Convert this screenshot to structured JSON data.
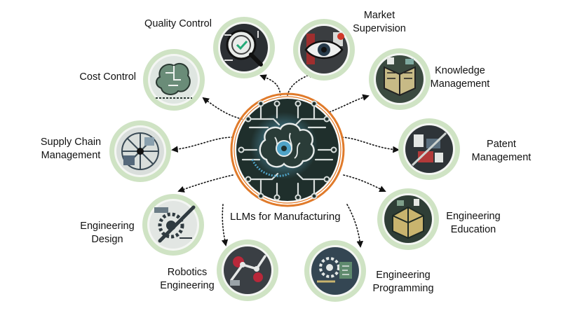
{
  "center": {
    "title": "LLMs for Manufacturing",
    "ring_color": "#e07a2a",
    "disc_color": "#1f2f2c"
  },
  "node_ring_color": "#cfe3c4",
  "nodes": [
    {
      "id": "quality-control",
      "label_lines": [
        "Quality Control"
      ],
      "icon": "quality-control-icon"
    },
    {
      "id": "market-supervision",
      "label_lines": [
        "Market",
        "Supervision"
      ],
      "icon": "market-supervision-icon"
    },
    {
      "id": "cost-control",
      "label_lines": [
        "Cost Control"
      ],
      "icon": "cost-control-icon"
    },
    {
      "id": "knowledge-management",
      "label_lines": [
        "Knowledge",
        "Management"
      ],
      "icon": "knowledge-management-icon"
    },
    {
      "id": "supply-chain-management",
      "label_lines": [
        "Supply Chain",
        "Management"
      ],
      "icon": "supply-chain-icon"
    },
    {
      "id": "patent-management",
      "label_lines": [
        "Patent",
        "Management"
      ],
      "icon": "patent-management-icon"
    },
    {
      "id": "engineering-design",
      "label_lines": [
        "Engineering",
        "Design"
      ],
      "icon": "engineering-design-icon"
    },
    {
      "id": "engineering-education",
      "label_lines": [
        "Engineering",
        "Education"
      ],
      "icon": "engineering-education-icon"
    },
    {
      "id": "robotics-engineering",
      "label_lines": [
        "Robotics",
        "Engineering"
      ],
      "icon": "robotics-engineering-icon"
    },
    {
      "id": "engineering-programming",
      "label_lines": [
        "Engineering",
        "Programming"
      ],
      "icon": "engineering-programming-icon"
    }
  ]
}
